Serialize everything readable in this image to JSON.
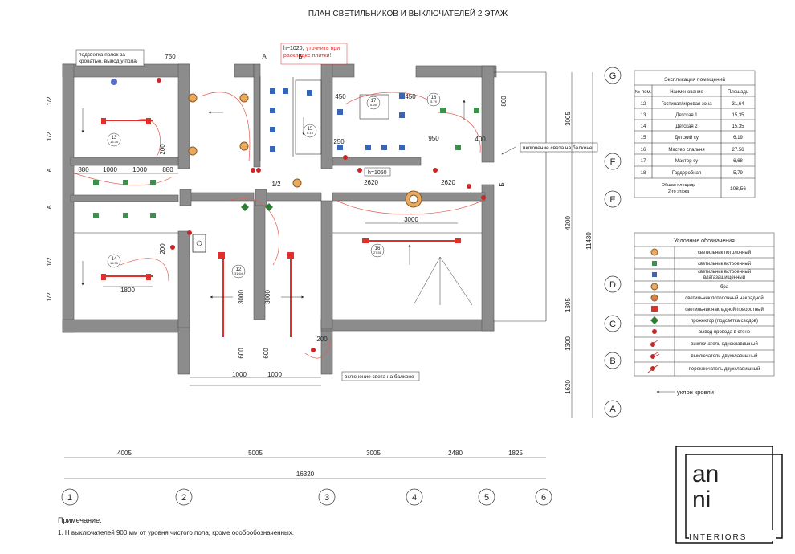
{
  "title": "ПЛАН  СВЕТИЛЬНИКОВ И ВЫКЛЮЧАТЕЛЕЙ 2 ЭТАЖ",
  "notes_on_plan": {
    "shelf_light": [
      "подсветка полок за",
      "кроватью, вывод у пола"
    ],
    "height_note_black": "h~1020;",
    "height_note_red": [
      "уточнить при",
      "раскладке плитки!"
    ],
    "h1050": "h=1050",
    "balcony_switch_1": "включение света на балконе",
    "balcony_switch_2": "включение света на балконе",
    "roof_slope": "уклон кровли"
  },
  "rooms": [
    {
      "num": "13",
      "area": "15.35"
    },
    {
      "num": "14",
      "area": "15.35"
    },
    {
      "num": "12",
      "area": "31.64"
    },
    {
      "num": "15",
      "area": "6.19"
    },
    {
      "num": "16",
      "area": "27.56"
    },
    {
      "num": "17",
      "area": "6.68"
    },
    {
      "num": "18",
      "area": "5.79"
    }
  ],
  "plan_dims": {
    "d750": "750",
    "d880a": "880",
    "d1000a": "1000",
    "d1000b": "1000",
    "d880b": "880",
    "d1800": "1800",
    "d3000a": "3000",
    "d3000b": "3000",
    "d3000c": "3000",
    "d600a": "600",
    "d600b": "600",
    "d1000c": "1000",
    "d1000d": "1000",
    "d2620a": "2620",
    "d2620b": "2620",
    "d950": "950",
    "d450a": "450",
    "d450b": "450",
    "d400": "400",
    "d800": "800",
    "d250": "250",
    "d200": "200",
    "d200b": "200",
    "d200c": "200",
    "half": "1/2",
    "A": "A",
    "B": "Б"
  },
  "right_dims": [
    "3005",
    "4200",
    "1305",
    "1300",
    "1620"
  ],
  "right_total": "11430",
  "bottom_dims": [
    "4005",
    "5005",
    "3005",
    "2480",
    "1825"
  ],
  "bottom_total": "16320",
  "row_axes": [
    "G",
    "F",
    "E",
    "D",
    "C",
    "B",
    "A"
  ],
  "col_axes": [
    "1",
    "2",
    "3",
    "4",
    "5",
    "6"
  ],
  "explication": {
    "title": "Экспликация помещений",
    "headers": [
      "№ пом.",
      "Наименование",
      "Площадь"
    ],
    "rows": [
      [
        "12",
        "Гостиная/игровая зона",
        "31,64"
      ],
      [
        "13",
        "Детская 1",
        "15,35"
      ],
      [
        "14",
        "Детская 2",
        "15,35"
      ],
      [
        "15",
        "Детский су",
        "6.19"
      ],
      [
        "16",
        "Мастер спальня",
        "27.56"
      ],
      [
        "17",
        "Мастер су",
        "6,68"
      ],
      [
        "18",
        "Гардеробная",
        "5,79"
      ]
    ],
    "total_label": [
      "Общая площадь",
      "2-го этажа"
    ],
    "total_value": "108,56"
  },
  "legend": {
    "title": "Условные обозначения",
    "items": [
      {
        "icon": "ceiling-light-icon",
        "label": [
          "светильник потолочный"
        ]
      },
      {
        "icon": "recessed-light-icon",
        "label": [
          "светильник  встроенный"
        ]
      },
      {
        "icon": "recessed-waterproof-light-icon",
        "label": [
          "светильник  встроенный",
          "влагазащищенный"
        ]
      },
      {
        "icon": "wall-sconce-icon",
        "label": [
          "бра"
        ]
      },
      {
        "icon": "surface-ceiling-light-icon",
        "label": [
          "светильник потолочный накладной"
        ]
      },
      {
        "icon": "surface-swivel-light-icon",
        "label": [
          "светильник накладной поворотный"
        ]
      },
      {
        "icon": "projector-icon",
        "label": [
          "прожектор (подсветка сводов)"
        ]
      },
      {
        "icon": "wall-outlet-icon",
        "label": [
          "вывод провода в стене"
        ]
      },
      {
        "icon": "single-switch-icon",
        "label": [
          "выключатель одноклавишный"
        ]
      },
      {
        "icon": "double-switch-icon",
        "label": [
          "выключатель двухклавишный"
        ]
      },
      {
        "icon": "double-passthrough-switch-icon",
        "label": [
          "переключатель двухклавишный"
        ]
      }
    ]
  },
  "footnote": {
    "heading": "Примечание:",
    "text": "1. Н выключателей 900 мм от уровня чистого пола, кроме особообозначенных."
  },
  "logo": {
    "line1": "an",
    "line2": "ni",
    "line3": "INTERIORS"
  }
}
